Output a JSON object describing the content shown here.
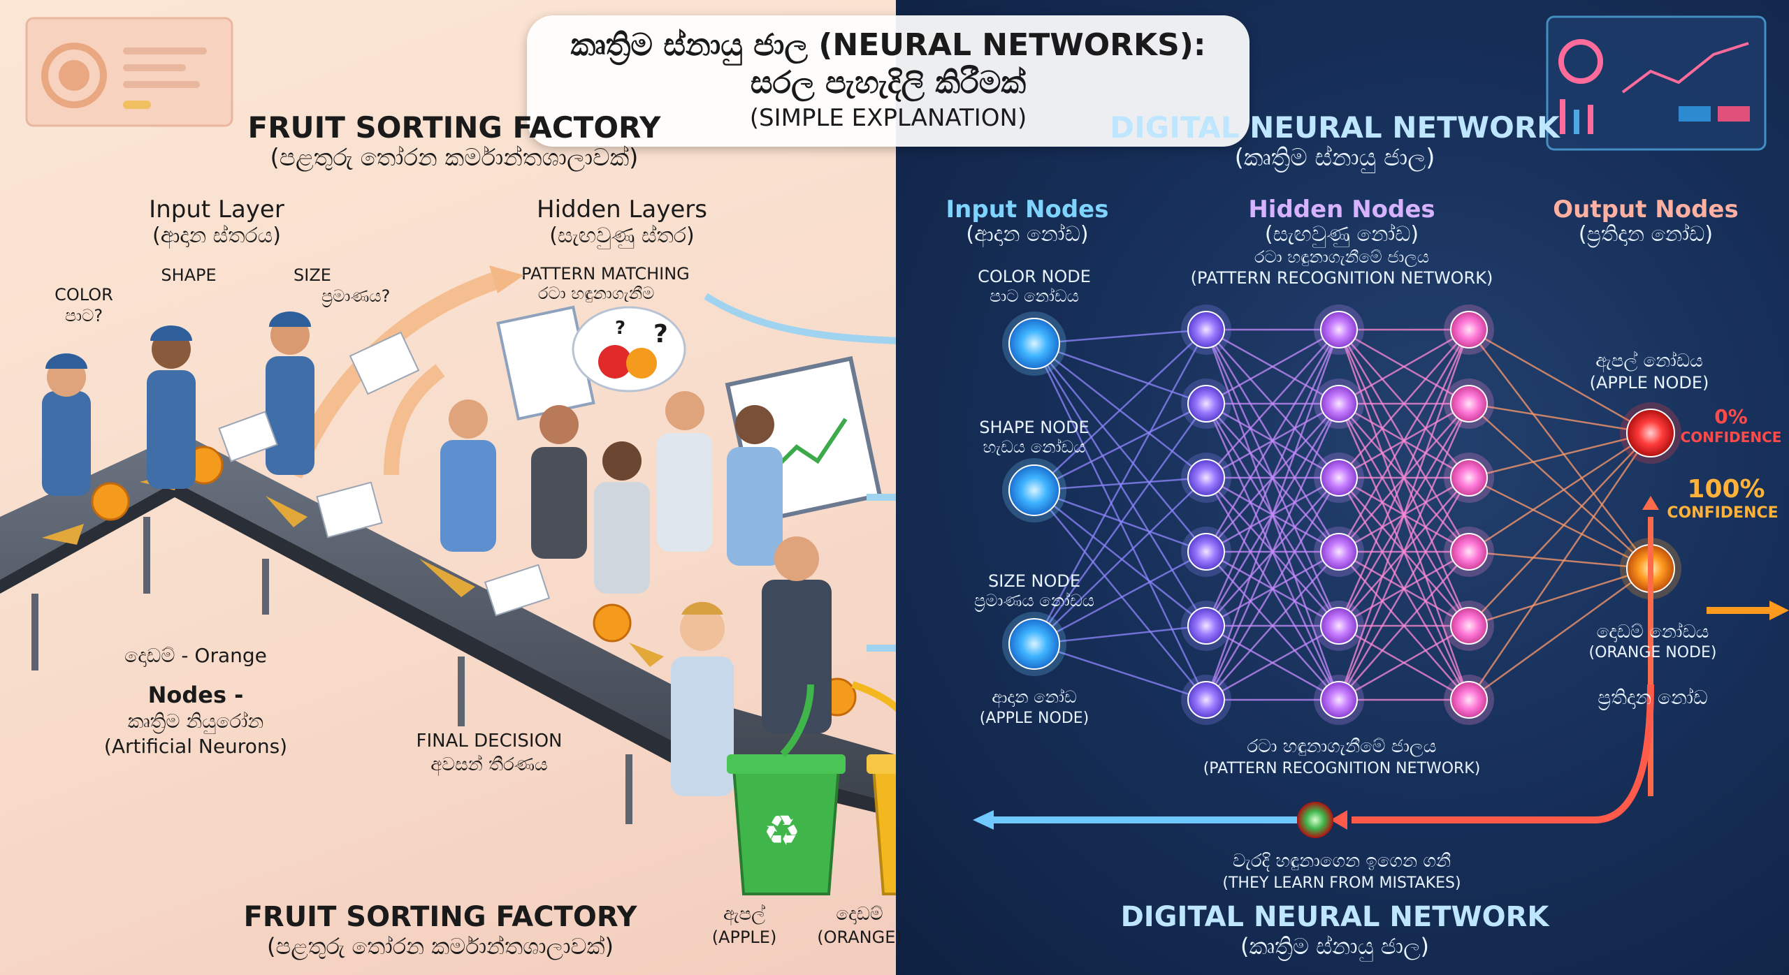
{
  "title": {
    "line1": "කෘත්‍රිම ස්නායු ජාල (NEURAL NETWORKS):",
    "line2": "සරල පැහැදිලි කිරීමක්",
    "line3": "(SIMPLE EXPLANATION)"
  },
  "factory": {
    "heading": "FRUIT SORTING FACTORY",
    "heading_si": "(පළතුරු තෝරන කර්මාන්තශාලාවක්)",
    "input_layer": "Input Layer",
    "input_layer_si": "(ආදාන ස්තරය)",
    "hidden_layers": "Hidden Layers",
    "hidden_layers_si": "(සැඟවුණු ස්තර)",
    "color": "COLOR",
    "color_si": "පාට?",
    "shape": "SHAPE",
    "size": "SIZE",
    "size_si": "ප්‍රමාණය?",
    "pattern_matching": "PATTERN MATCHING",
    "pattern_matching_si": "රටා හඳුනාගැනීම",
    "orange_label": "දොඩම් - Orange",
    "nodes": "Nodes -",
    "nodes_si": "කෘත්‍රිම නියුරෝන",
    "nodes_en": "(Artificial Neurons)",
    "final_decision": "FINAL DECISION",
    "final_decision_si": "අවසන් තීරණය",
    "bin_apple_si": "ඇපල්",
    "bin_apple": "(APPLE)",
    "bin_orange_si": "දොඩම්",
    "bin_orange": "(ORANGE)",
    "footer": "FRUIT SORTING FACTORY",
    "footer_si": "(පළතුරු තෝරන කර්මාන්තශාලාවක්)"
  },
  "network": {
    "heading": "DIGITAL NEURAL NETWORK",
    "heading_si": "(කෘත්‍රිම ස්නායු ජාල)",
    "input_nodes": "Input Nodes",
    "input_nodes_si": "(ආදාන නෝඩ)",
    "hidden_nodes": "Hidden Nodes",
    "hidden_nodes_si": "(සැඟවුණු නෝඩ)",
    "hidden_sub_si": "රටා හඳුනාගැනීමේ ජාලය",
    "hidden_sub": "(PATTERN RECOGNITION NETWORK)",
    "output_nodes": "Output Nodes",
    "output_nodes_si": "(ප්‍රතිදාන නෝඩ)",
    "color_node": "COLOR NODE",
    "color_node_si": "පාට නෝඩය",
    "shape_node": "SHAPE NODE",
    "shape_node_si": "හැඩය නෝඩය",
    "size_node": "SIZE NODE",
    "size_node_si": "ප්‍රමාණය නෝඩය",
    "input_bottom_si": "ආදාන නෝඩ",
    "input_bottom": "(APPLE NODE)",
    "apple_node_si": "ඇපල් නෝඩය",
    "apple_node": "(APPLE NODE)",
    "apple_conf_value": "0%",
    "apple_conf_label": "CONFIDENCE",
    "orange_conf_value": "100%",
    "orange_conf_label": "CONFIDENCE",
    "orange_node_si": "දොඩම් නෝඩය",
    "orange_node": "(ORANGE NODE)",
    "output_bottom_si": "ප්‍රතිදාන නෝඩ",
    "pattern_bottom_si": "රටා හඳුනාගැනීමේ ජාලය",
    "pattern_bottom": "(PATTERN RECOGNITION NETWORK)",
    "learn_si": "වැරදි හඳුනාගෙන ඉගෙන ගනී",
    "learn": "(THEY LEARN FROM MISTAKES)",
    "footer": "DIGITAL NEURAL NETWORK",
    "footer_si": "(කෘත්‍රිම ස්නායු ජාල)"
  },
  "colors": {
    "input_node": "#3fb4ff",
    "hidden_node_1": "#9b7bff",
    "hidden_node_2": "#c77dff",
    "hidden_node_3": "#ff7ad9",
    "apple_out": "#ff3b3b",
    "orange_out": "#ff9a1f",
    "bin_green": "#3fb54a",
    "bin_yellow": "#f3b820"
  }
}
